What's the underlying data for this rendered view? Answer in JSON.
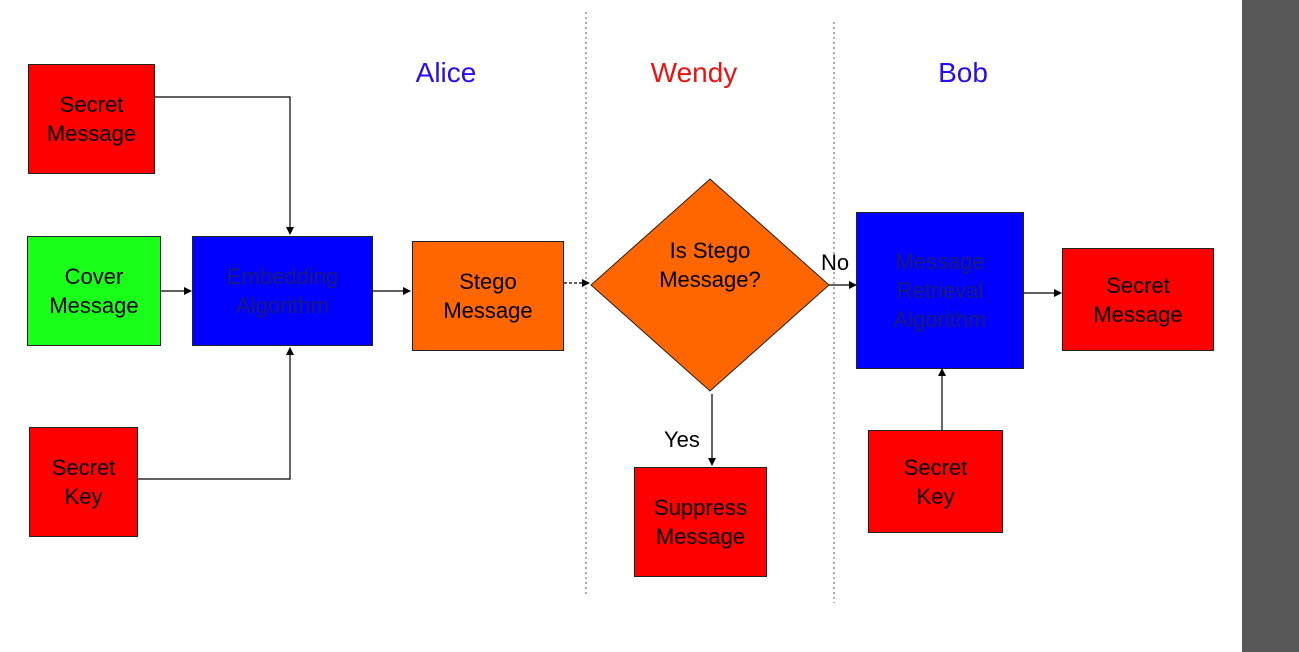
{
  "lanes": {
    "alice": {
      "label": "Alice",
      "color": "#2a0cf0"
    },
    "wendy": {
      "label": "Wendy",
      "color": "#ee1111"
    },
    "bob": {
      "label": "Bob",
      "color": "#2a0cf0"
    }
  },
  "colors": {
    "red": "#ff0000",
    "green": "#1aff1a",
    "blue": "#0000ff",
    "orange": "#ff6600",
    "sidebar": "#585858",
    "line": "#000000"
  },
  "nodes": {
    "secret_message_in": "Secret\nMessage",
    "cover_message": "Cover\nMessage",
    "secret_key_alice": "Secret\nKey",
    "embedding_algorithm": "Embedding\nAlgorithm",
    "stego_message": "Stego\nMessage",
    "decision": "Is Stego\nMessage?",
    "suppress_message": "Suppress\nMessage",
    "retrieval_algorithm": "Message\nRetrieval\nAlgorithm",
    "secret_message_out": "Secret\nMessage",
    "secret_key_bob": "Secret\nKey"
  },
  "edge_labels": {
    "no": "No",
    "yes": "Yes"
  }
}
